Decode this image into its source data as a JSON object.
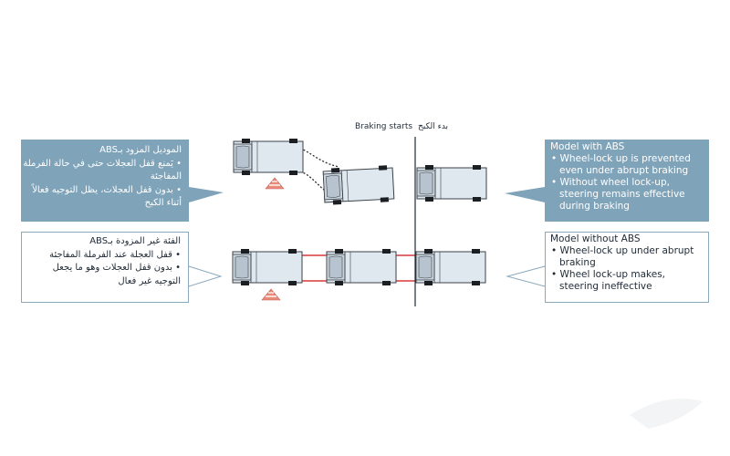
{
  "braking_label_en": "Braking starts",
  "braking_label_ar": "بدء الكبح",
  "abs": {
    "arabic_lines": [
      "الموديل المزود بـABS",
      "• يَمنع قفل العجلات حتى في حالة الفرملة",
      "المفاجئة",
      "• بدون قفل العجلات، يظل التوجيه فعالاً",
      "أثناء الكبح"
    ],
    "english_title": "Model with ABS",
    "english_bullets": [
      [
        "Wheel-lock up is prevented",
        "even under abrupt braking"
      ],
      [
        "Without wheel lock-up,",
        "steering remains effective",
        "during braking"
      ]
    ]
  },
  "no_abs": {
    "arabic_lines": [
      "الفئة غير المزودة بـABS",
      "• قفل العجلة عند الفرملة المفاجئة",
      "• بدون قفل العجلات وهو ما يجعل",
      "التوجيه غير فعال"
    ],
    "english_title": "Model without ABS",
    "english_bullets": [
      [
        "Wheel-lock up under abrupt",
        "braking"
      ],
      [
        "Wheel lock-up makes,",
        "steering ineffective"
      ]
    ]
  },
  "colors": {
    "abs_fill": "#7fa3b9",
    "box_border": "#8aa9bd",
    "car_body": "#dfe7ef",
    "car_outline": "#3a4148",
    "wheel": "#1b1e22",
    "cone": "#e98a7a",
    "skid_line": "#d9383a"
  }
}
